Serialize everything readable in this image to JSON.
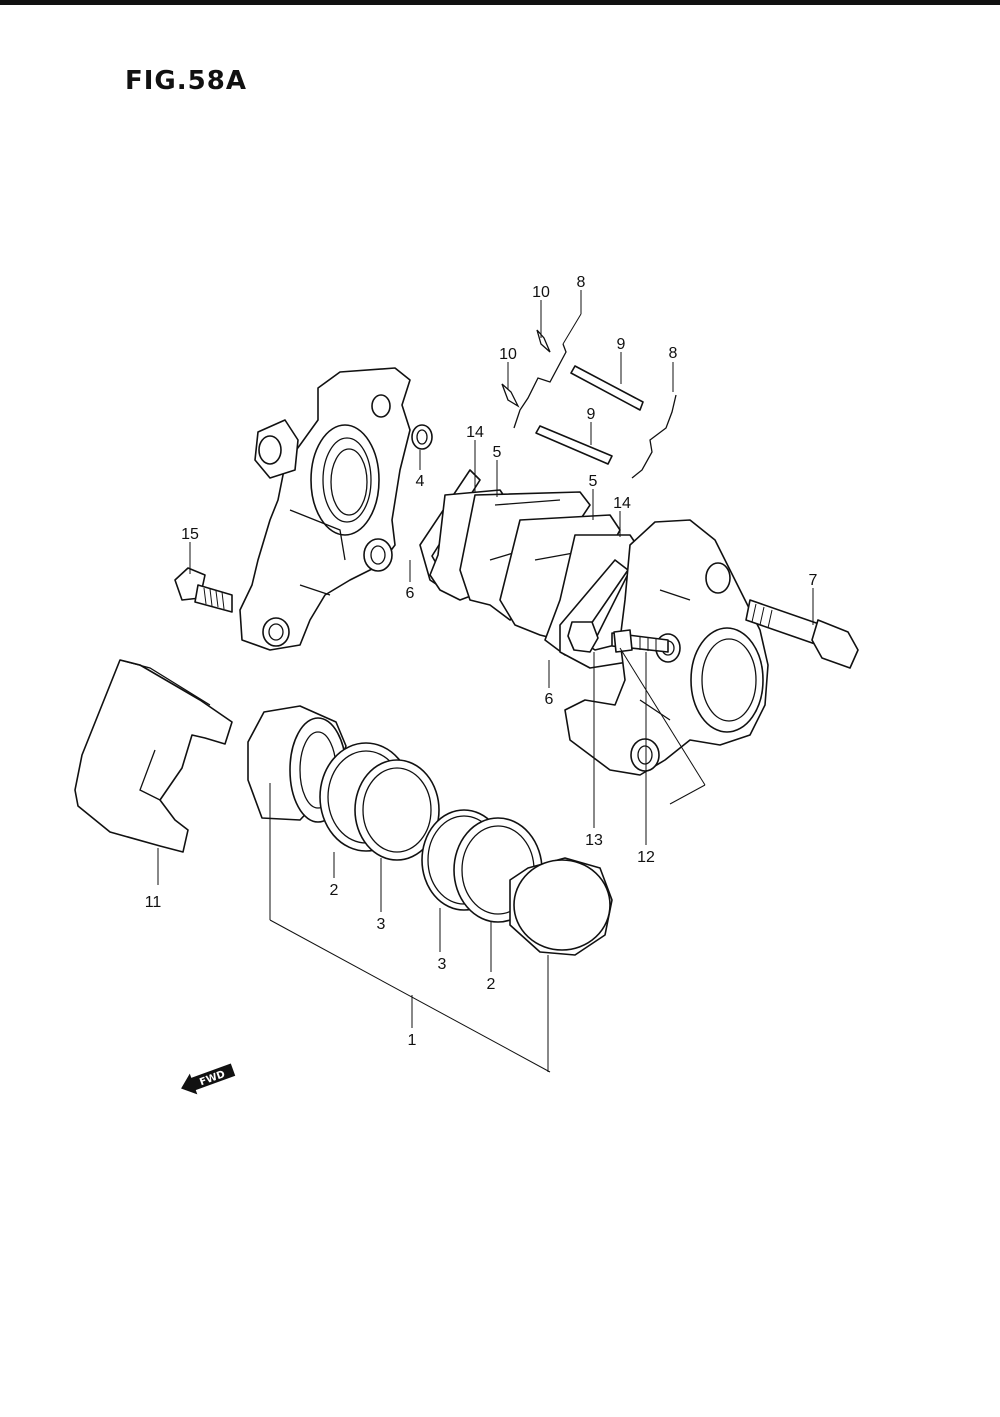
{
  "figure": {
    "title": "FIG.58A"
  },
  "parts": {
    "p1": "1",
    "p2a": "2",
    "p2b": "2",
    "p3a": "3",
    "p3b": "3",
    "p4": "4",
    "p5a": "5",
    "p5b": "5",
    "p6a": "6",
    "p6b": "6",
    "p7": "7",
    "p8a": "8",
    "p8b": "8",
    "p9a": "9",
    "p9b": "9",
    "p10a": "10",
    "p10b": "10",
    "p11": "11",
    "p12": "12",
    "p13": "13",
    "p14a": "14",
    "p14b": "14",
    "p15": "15"
  },
  "direction": {
    "label": "FWD"
  }
}
